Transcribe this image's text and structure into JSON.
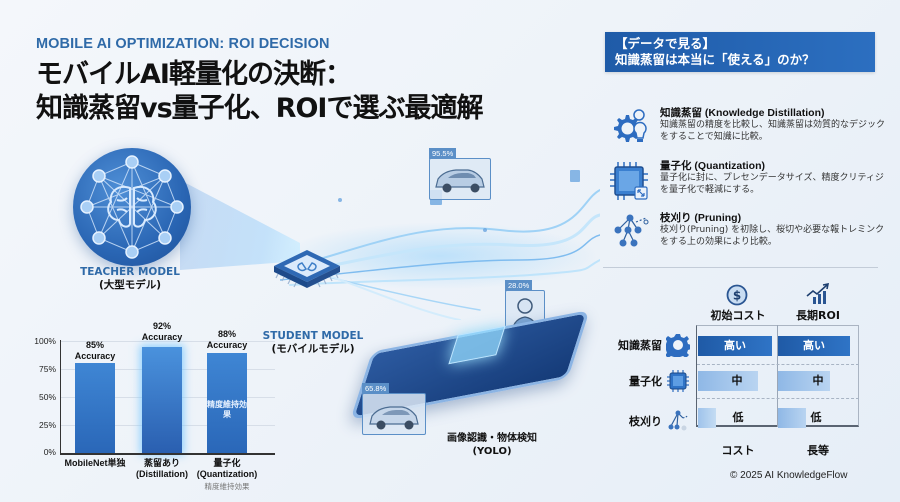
{
  "header": {
    "subtitle": "MOBILE AI OPTIMIZATION: ROI DECISION",
    "title_line1": "モバイルAI軽量化の決断：",
    "title_line2": "知識蒸留vs量子化、ROIで選ぶ最適解"
  },
  "illustration": {
    "teacher": {
      "label_en": "TEACHER MODEL",
      "label_jp": "(大型モデル)"
    },
    "student": {
      "label_en": "STUDENT MODEL",
      "label_jp": "(モバイルモデル)"
    },
    "detections": [
      {
        "id": "car-top",
        "confidence": "95.5%"
      },
      {
        "id": "person",
        "confidence": "28.0%"
      },
      {
        "id": "car-bottom",
        "confidence": "65.8%"
      }
    ],
    "phone_caption_line1": "画像認識・物体検知",
    "phone_caption_line2": "(YOLO)"
  },
  "chart_data": {
    "type": "bar",
    "title": "",
    "xlabel": "",
    "ylabel": "Accuracy",
    "ylim": [
      0,
      100
    ],
    "yticks": [
      "0%",
      "25%",
      "50%",
      "75%",
      "100%"
    ],
    "grid": true,
    "categories": [
      "MobileNet単独",
      "蒸留あり (Distillation)",
      "量子化 (Quantization)"
    ],
    "values": [
      85,
      92,
      88
    ],
    "bar_labels": [
      {
        "pct": "85%",
        "text": "Accuracy"
      },
      {
        "pct": "92%",
        "text": "Accuracy"
      },
      {
        "pct": "88%",
        "text": "Accuracy"
      }
    ],
    "x_labels": [
      {
        "line1": "MobileNet単独",
        "line2": ""
      },
      {
        "line1": "蒸留あり",
        "line2": "(Distillation)"
      },
      {
        "line1": "量子化",
        "line2": "(Quantization)"
      }
    ],
    "annotations": [
      "精度維持効果"
    ],
    "x_note": "精度維持効果"
  },
  "panel": {
    "header_line1": "【データで見る】",
    "header_line2": "知識蒸留は本当に「使える」のか？",
    "methods": [
      {
        "icon": "gear-bulb-icon",
        "title": "知識蒸留 (Knowledge Distillation)",
        "desc": "知識蒸留の精度を比較し、知識蒸留は効質的なデジックをすることで知識に比較。"
      },
      {
        "icon": "chip-icon",
        "title": "量子化 (Quantization)",
        "desc": "量子化に封に、プレセンデータサイズ、精度クリティジを量子化で軽減にする。"
      },
      {
        "icon": "tree-scissors-icon",
        "title": "枝刈り (Pruning)",
        "desc": "枝刈り(Pruning) を初除し、桜切や必要な報トレミンクをする上の効果により比較。"
      }
    ]
  },
  "roi_table": {
    "columns": [
      {
        "icon": "dollar-coin-icon",
        "label": "初始コスト",
        "footer": "コスト"
      },
      {
        "icon": "growth-chart-icon",
        "label": "長期ROI",
        "footer": "長等"
      }
    ],
    "rows": [
      {
        "label": "知識蒸留",
        "icon": "gear-icon",
        "cost": "高い",
        "roi": "高い"
      },
      {
        "label": "量子化",
        "icon": "chip-icon",
        "cost": "中",
        "roi": "中"
      },
      {
        "label": "枝刈り",
        "icon": "tree-icon",
        "cost": "低",
        "roi": "低"
      }
    ]
  },
  "footer": {
    "copyright": "© 2025 AI KnowledgeFlow"
  },
  "colors": {
    "accent": "#2f6aa8",
    "header_bg": "#1f5ba8",
    "bar": "#3479c8",
    "high": "#2361ad",
    "mid": "#a8c8ec",
    "low": "#bcd6f0"
  }
}
